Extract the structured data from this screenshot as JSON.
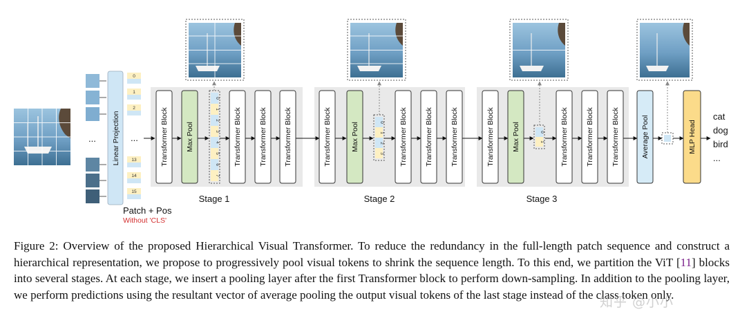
{
  "figure": {
    "linear_projection_label": "Linear Projection",
    "transformer_block_label": "Transformer Block",
    "max_pool_label": "Max Pool",
    "average_pool_label": "Average Pool",
    "mlp_head_label": "MLP Head",
    "ellipsis": "...",
    "patch_pos_label": "Patch + Pos",
    "without_cls_label": "Without 'CLS'",
    "stage_labels": [
      "Stage 1",
      "Stage 2",
      "Stage 3"
    ],
    "output_classes": [
      "cat",
      "dog",
      "bird",
      "..."
    ],
    "token_indices_input": [
      "0",
      "1",
      "2",
      "13",
      "14",
      "15"
    ],
    "token_indices_stage1": [
      "0",
      "1",
      "2",
      "3",
      "4",
      "5",
      "6",
      "7"
    ],
    "token_indices_stage2": [
      "0",
      "1",
      "2",
      "3"
    ],
    "token_indices_stage3": [
      "0",
      "1"
    ],
    "colors": {
      "transformer_fill": "#ffffff",
      "maxpool_fill": "#d4e8c2",
      "avgpool_fill": "#d6ebf7",
      "mlp_fill": "#fbdb8a",
      "linproj_fill": "#cfe6f5",
      "stage_bg": "#e9e9e9",
      "token_blue": "#cfe6f5",
      "token_yellow": "#fdf0c2",
      "without_cls_red": "#d32f2f"
    }
  },
  "caption": {
    "part1": "Figure 2: Overview of the proposed Hierarchical Visual Transformer. To reduce the redundancy in the full-length patch sequence and construct a hierarchical representation, we propose to progressively pool visual tokens to shrink the sequence length. To this end, we partition the ViT [",
    "ref": "11",
    "part2": "] blocks into several stages. At each stage, we insert a pooling layer after the first Transformer block to perform down-sampling. In addition to the pooling layer, we perform predictions using the resultant vector of average pooling the output visual tokens of the last stage instead of the class token only."
  },
  "watermark": "知乎 @小小"
}
